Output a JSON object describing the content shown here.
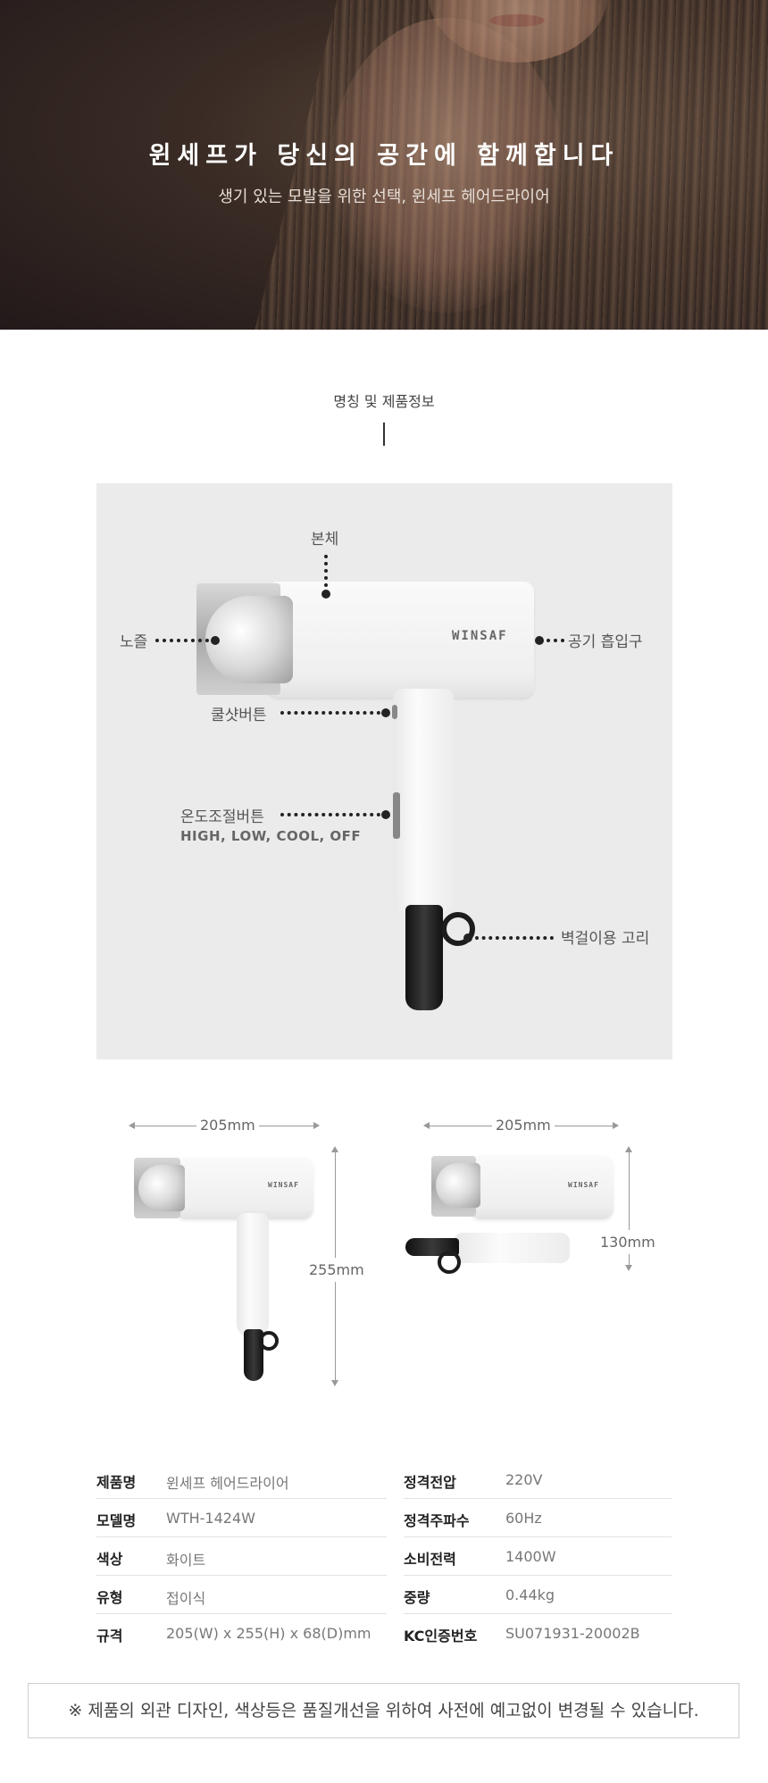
{
  "hero": {
    "title": "윈세프가 당신의 공간에 함께합니다",
    "subtitle": "생기 있는 모발을 위한 선택, 윈세프 헤어드라이어"
  },
  "section": {
    "title": "명칭 및 제품정보"
  },
  "diagram": {
    "brand": "WINSAF",
    "labels": {
      "body": "본체",
      "nozzle": "노즐",
      "air_intake": "공기 흡입구",
      "cool_shot": "쿨샷버튼",
      "temp_button": "온도조절버튼",
      "temp_modes": "HIGH, LOW, COOL, OFF",
      "hook": "벽걸이용 고리"
    }
  },
  "dimensions": {
    "front_width": "205mm",
    "front_height": "255mm",
    "folded_width": "205mm",
    "folded_height": "130mm"
  },
  "specs": {
    "left": [
      {
        "key": "제품명",
        "value": "윈세프 헤어드라이어"
      },
      {
        "key": "모델명",
        "value": "WTH-1424W"
      },
      {
        "key": "색상",
        "value": "화이트"
      },
      {
        "key": "유형",
        "value": "접이식"
      },
      {
        "key": "규격",
        "value": "205(W) x 255(H) x 68(D)mm"
      }
    ],
    "right": [
      {
        "key": "정격전압",
        "value": "220V"
      },
      {
        "key": "정격주파수",
        "value": "60Hz"
      },
      {
        "key": "소비전력",
        "value": "1400W"
      },
      {
        "key": "중량",
        "value": "0.44kg"
      },
      {
        "key": "KC인증번호",
        "value": "SU071931-20002B"
      }
    ]
  },
  "notice": "※ 제품의 외관 디자인, 색상등은 품질개선을 위하여 사전에 예고없이 변경될 수 있습니다."
}
